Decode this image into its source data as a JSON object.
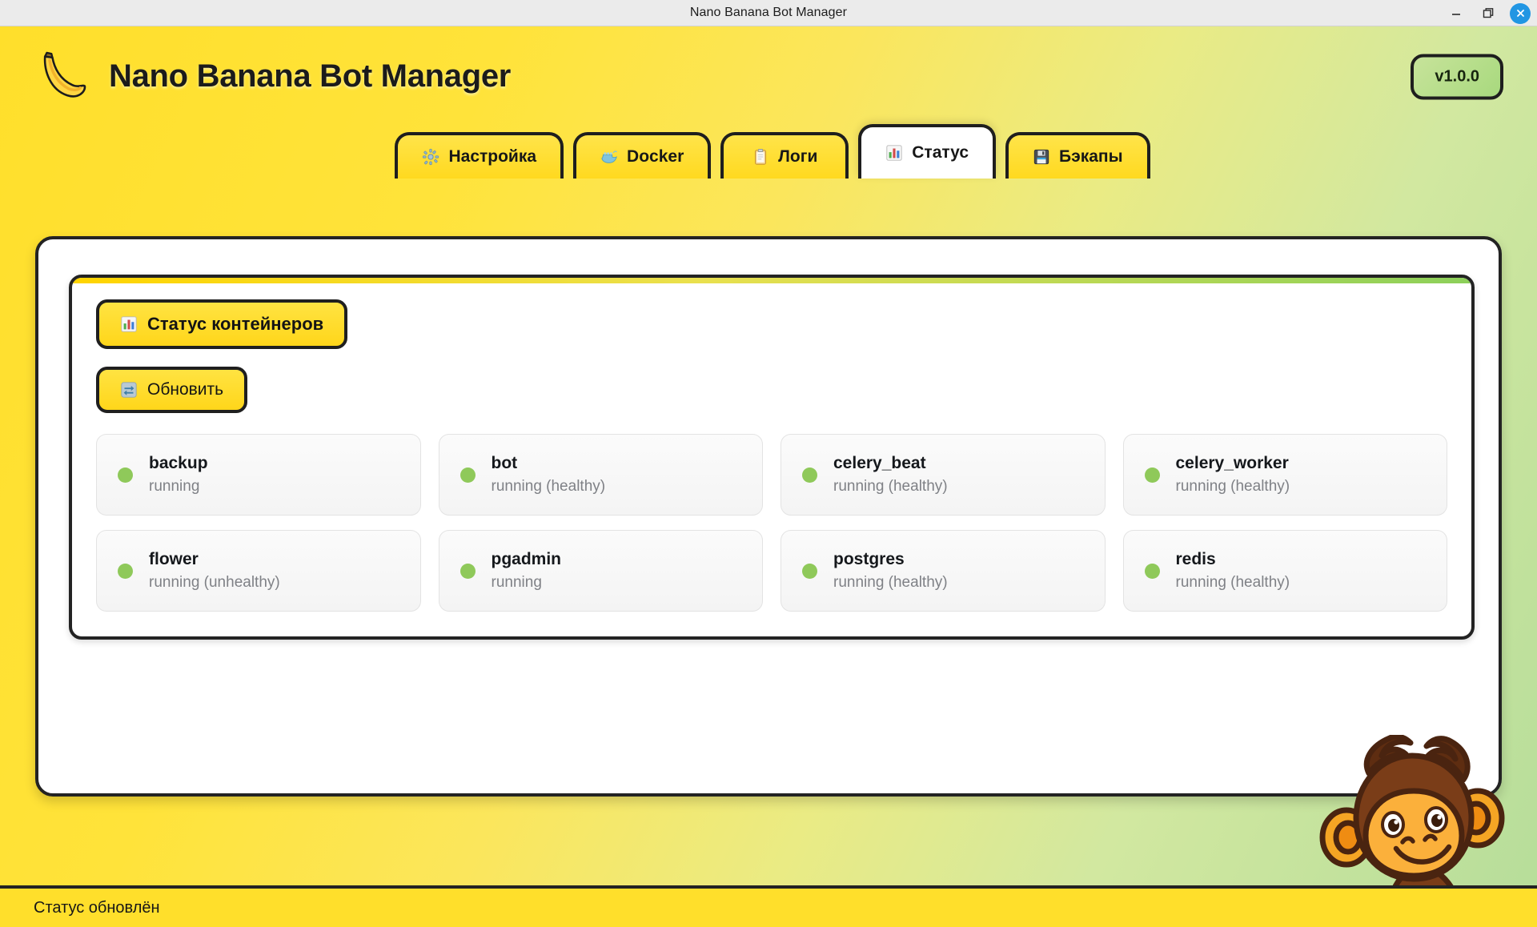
{
  "window": {
    "title": "Nano Banana Bot Manager",
    "controls": {
      "minimize": "minimize-icon",
      "maximize": "maximize-icon",
      "close": "close-icon"
    }
  },
  "header": {
    "logo_icon": "banana-icon",
    "title": "Nano Banana Bot Manager",
    "version": "v1.0.0"
  },
  "tabs": [
    {
      "label": "Настройка",
      "icon": "gear-icon",
      "active": false
    },
    {
      "label": "Docker",
      "icon": "whale-icon",
      "active": false
    },
    {
      "label": "Логи",
      "icon": "clipboard-icon",
      "active": false
    },
    {
      "label": "Статус",
      "icon": "bar-chart-icon",
      "active": true
    },
    {
      "label": "Бэкапы",
      "icon": "floppy-icon",
      "active": false
    }
  ],
  "main": {
    "status_button": {
      "label": "Статус контейнеров",
      "icon": "bar-chart-icon"
    },
    "refresh_button": {
      "label": "Обновить",
      "icon": "refresh-icon"
    },
    "containers": [
      {
        "name": "backup",
        "status": "running",
        "state": "green"
      },
      {
        "name": "bot",
        "status": "running (healthy)",
        "state": "green"
      },
      {
        "name": "celery_beat",
        "status": "running (healthy)",
        "state": "green"
      },
      {
        "name": "celery_worker",
        "status": "running (healthy)",
        "state": "green"
      },
      {
        "name": "flower",
        "status": "running (unhealthy)",
        "state": "green"
      },
      {
        "name": "pgadmin",
        "status": "running",
        "state": "green"
      },
      {
        "name": "postgres",
        "status": "running (healthy)",
        "state": "green"
      },
      {
        "name": "redis",
        "status": "running (healthy)",
        "state": "green"
      }
    ]
  },
  "mascot": {
    "icon": "monkey-mascot-icon"
  },
  "statusbar": {
    "text": "Статус обновлён"
  },
  "colors": {
    "brand_yellow": "#ffdf2b",
    "accent_green": "#8fc95a",
    "outline": "#232323",
    "close_blue": "#2196e3",
    "status_text": "#7f8186"
  }
}
